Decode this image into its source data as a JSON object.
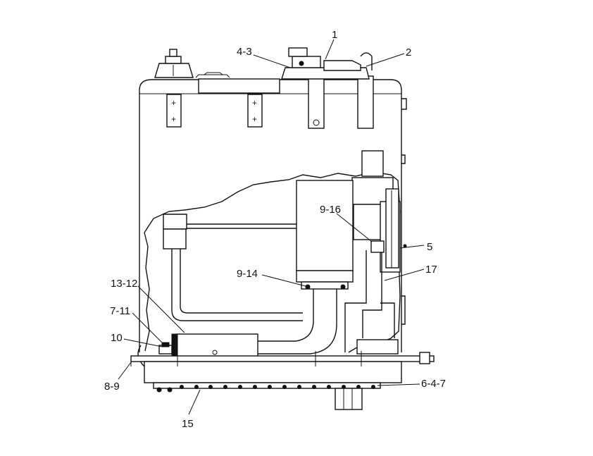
{
  "callouts": {
    "c1": "1",
    "c4_3": "4-3",
    "c2": "2",
    "c9_16": "9-16",
    "c5": "5",
    "c9_14": "9-14",
    "c17": "17",
    "c13_12": "13-12",
    "c7_11": "7-11",
    "c10": "10",
    "c8_9": "8-9",
    "c6_4_7": "6-4-7",
    "c15": "15"
  }
}
